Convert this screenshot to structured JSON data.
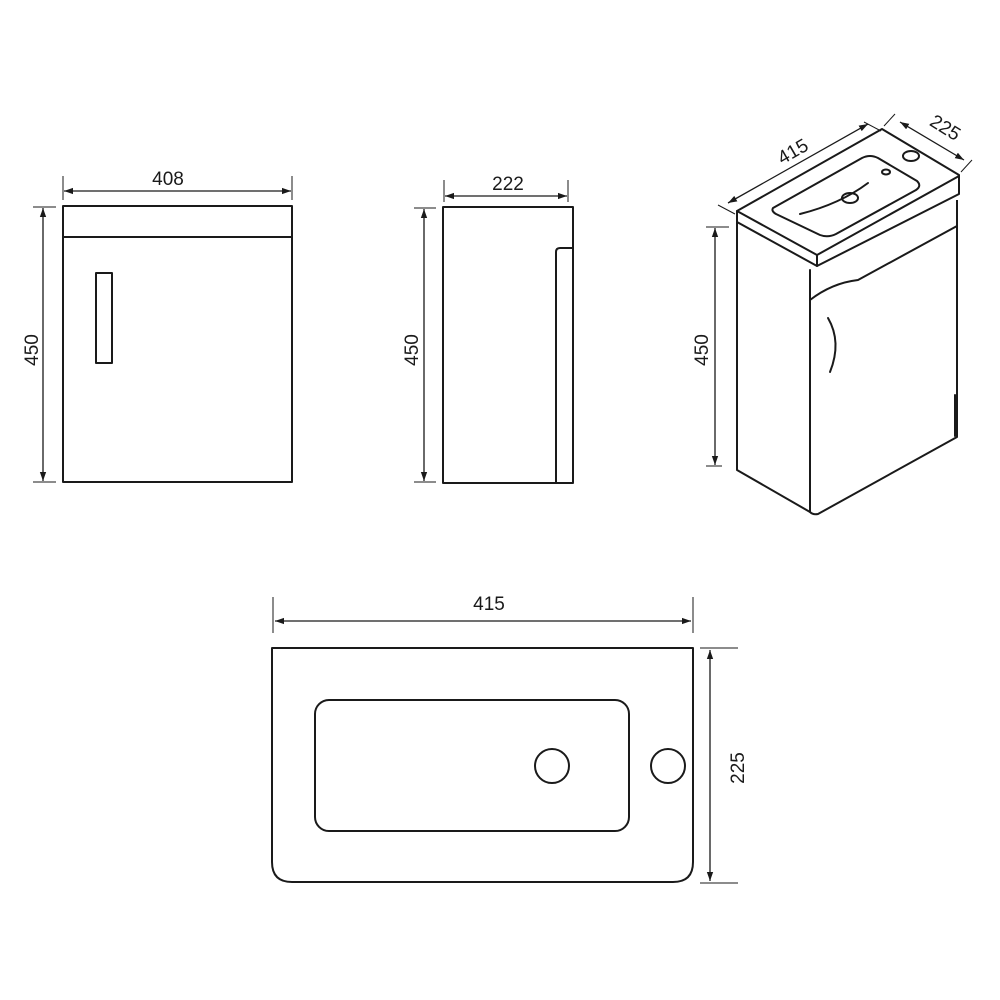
{
  "front_view": {
    "width_label": "408",
    "height_label": "450"
  },
  "side_view": {
    "depth_label": "222",
    "height_label": "450"
  },
  "iso_view": {
    "width_label": "415",
    "depth_label": "225",
    "height_label": "450"
  },
  "top_view": {
    "width_label": "415",
    "depth_label": "225"
  },
  "colors": {
    "line": "#1a1a1a",
    "background": "#ffffff"
  }
}
